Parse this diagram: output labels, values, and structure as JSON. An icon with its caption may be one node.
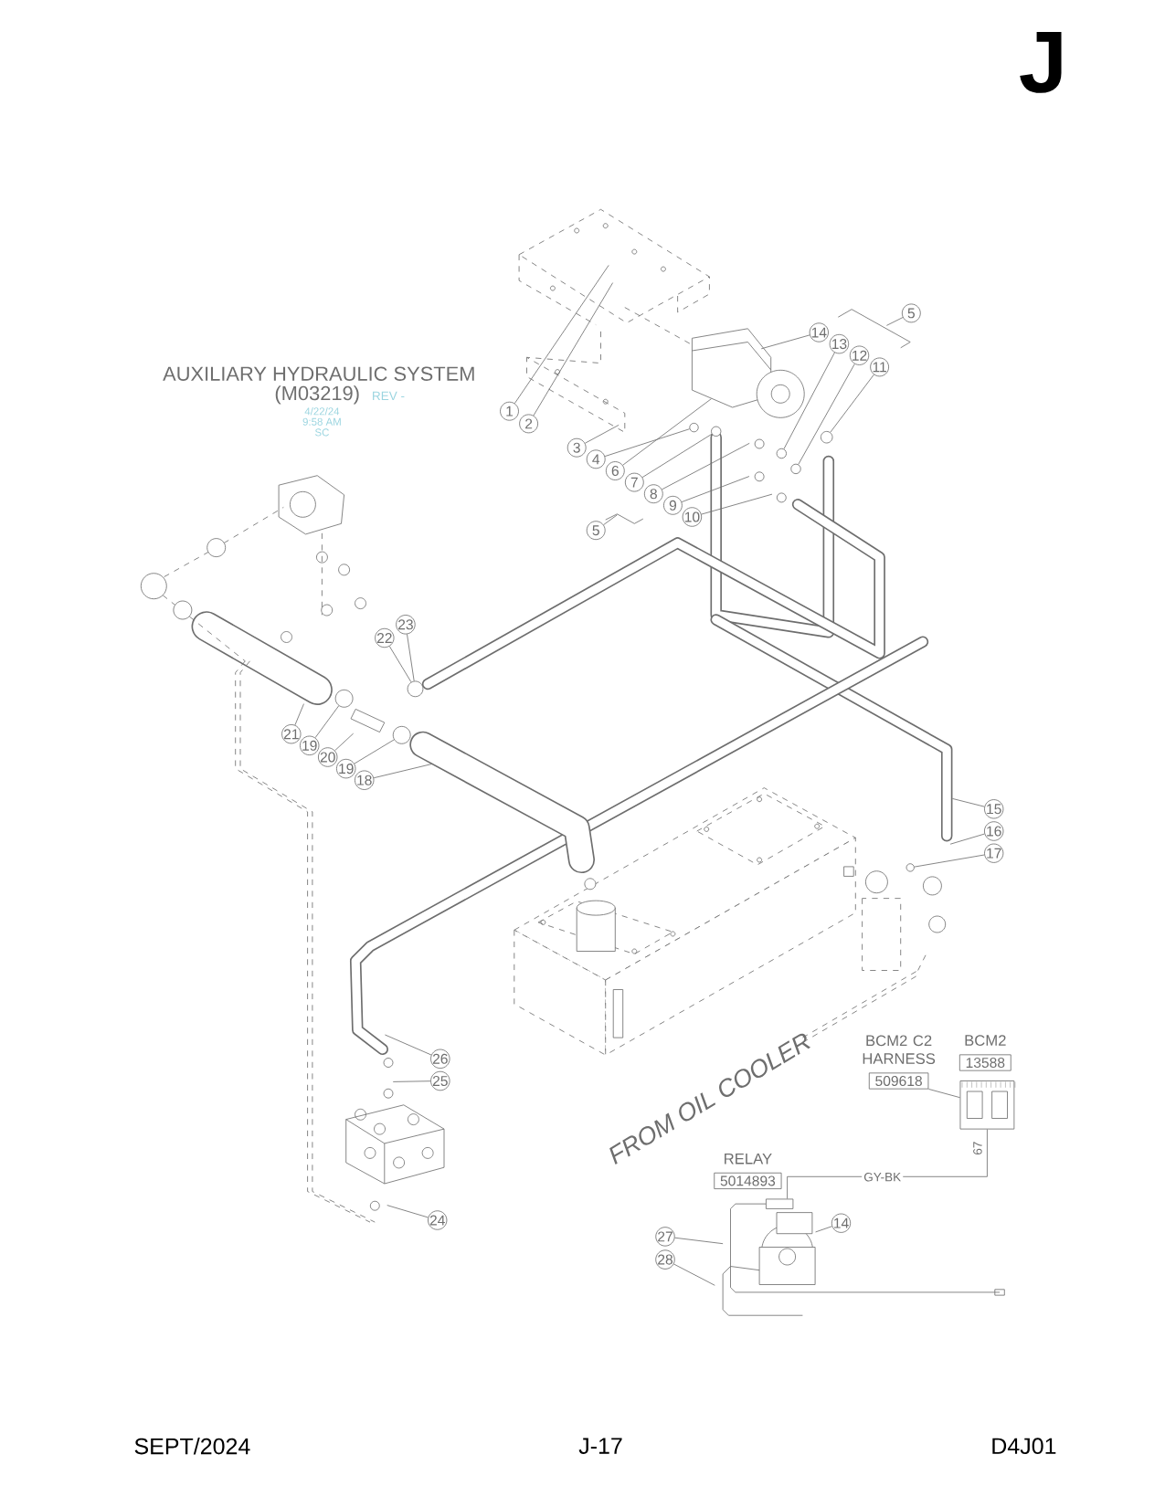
{
  "diagram": {
    "title": "AUXILIARY HYDRAULIC SYSTEM",
    "nodes": [
      {
        "text": [
          "5"
        ]
      },
      {
        "text": [
          "14"
        ]
      },
      {
        "text": [
          "13"
        ]
      },
      {
        "text": [
          "12"
        ]
      },
      {
        "text": [
          "11"
        ]
      },
      {
        "text": [
          "1"
        ]
      },
      {
        "text": [
          "2"
        ]
      },
      {
        "text": [
          "3"
        ]
      },
      {
        "text": [
          "4"
        ]
      },
      {
        "text": [
          "6"
        ]
      },
      {
        "text": [
          "7"
        ]
      },
      {
        "text": [
          "8"
        ]
      },
      {
        "text": [
          "9"
        ]
      },
      {
        "text": [
          "5"
        ]
      },
      {
        "text": [
          "10"
        ]
      },
      {
        "text": [
          "23"
        ]
      },
      {
        "text": [
          "22"
        ]
      },
      {
        "text": [
          "21"
        ]
      },
      {
        "text": [
          "19"
        ]
      },
      {
        "text": [
          "20"
        ]
      },
      {
        "text": [
          "19"
        ]
      },
      {
        "text": [
          "18"
        ]
      },
      {
        "text": [
          "15"
        ]
      },
      {
        "text": [
          "16"
        ]
      },
      {
        "text": [
          "17"
        ]
      },
      {
        "text": [
          "BCM2",
          "13588"
        ]
      },
      {
        "text": [
          "BCM2 C2 HARNESS",
          "509618"
        ]
      },
      {
        "text": [],
        "shape": "box",
        "beside": [
          "67"
        ]
      },
      {
        "text": [
          "26"
        ]
      },
      {
        "text": [
          "25"
        ]
      },
      {
        "text": [
          "RELAY",
          "5014893"
        ]
      },
      {
        "text": [
          "24"
        ]
      },
      {
        "text": [
          "14"
        ]
      },
      {
        "text": [
          "27"
        ]
      },
      {
        "text": [
          "28"
        ]
      },
      {
        "text": [],
        "shape": "picture"
      },
      {
        "text": [],
        "shape": "circle"
      },
      {
        "text": [],
        "shape": "circle"
      },
      {
        "text": [],
        "shape": "circle"
      },
      {
        "text": [],
        "shape": "circle"
      },
      {
        "text": [],
        "shape": "circle"
      },
      {
        "text": [],
        "shape": "circle"
      },
      {
        "text": [],
        "shape": "circle"
      },
      {
        "text": [],
        "shape": "picture"
      },
      {
        "text": [],
        "shape": "circle"
      },
      {
        "text": [],
        "shape": "circle"
      },
      {
        "text": [],
        "shape": "picture"
      },
      {
        "text": [],
        "shape": "picture"
      }
    ],
    "edges": [
      {
        "from": 0,
        "to": null,
        "arrow": "none"
      },
      {
        "from": 1,
        "to": 35,
        "arrow": "none"
      },
      {
        "from": 2,
        "to": 38,
        "arrow": "none"
      },
      {
        "from": 3,
        "to": 44,
        "arrow": "none"
      },
      {
        "from": 4,
        "to": 39,
        "arrow": "none"
      },
      {
        "from": 5,
        "to": null,
        "arrow": "none"
      },
      {
        "from": 6,
        "to": null,
        "arrow": "none"
      },
      {
        "from": 7,
        "to": null,
        "arrow": "none"
      },
      {
        "from": 8,
        "to": 36,
        "arrow": "none"
      },
      {
        "from": 9,
        "to": 35,
        "arrow": "none"
      },
      {
        "from": 10,
        "to": 37,
        "arrow": "none"
      },
      {
        "from": 11,
        "to": null,
        "arrow": "none"
      },
      {
        "from": 12,
        "to": null,
        "arrow": "none"
      },
      {
        "from": 13,
        "to": null,
        "arrow": "none"
      },
      {
        "from": 14,
        "to": null,
        "arrow": "none"
      },
      {
        "from": 15,
        "to": 40,
        "arrow": "none"
      },
      {
        "from": 16,
        "to": 40,
        "arrow": "none"
      },
      {
        "from": 17,
        "to": null,
        "arrow": "none"
      },
      {
        "from": 18,
        "to": 41,
        "arrow": "none"
      },
      {
        "from": 19,
        "to": 46,
        "arrow": "none"
      },
      {
        "from": 20,
        "to": 45,
        "arrow": "none"
      },
      {
        "from": 21,
        "to": 47,
        "arrow": "none"
      },
      {
        "from": 22,
        "to": null,
        "arrow": "none"
      },
      {
        "from": 23,
        "to": null,
        "arrow": "none"
      },
      {
        "from": 24,
        "to": 42,
        "arrow": "none"
      },
      {
        "from": 26,
        "to": 27,
        "arrow": "none"
      },
      {
        "from": 28,
        "to": null,
        "arrow": "none"
      },
      {
        "from": 29,
        "to": null,
        "arrow": "none"
      },
      {
        "from": 31,
        "to": null,
        "arrow": "none"
      },
      {
        "from": 32,
        "to": 43,
        "arrow": "none"
      },
      {
        "from": 33,
        "to": null,
        "arrow": "none"
      },
      {
        "from": 34,
        "to": null,
        "arrow": "none"
      },
      {
        "from": 43,
        "to": 27,
        "arrow": "none",
        "label": "GY-BK"
      }
    ],
    "labels": [
      "J",
      "(M03219)",
      "REV -",
      "4/22/24",
      "9:58 AM",
      "SC",
      "FROM OIL COOLER",
      "SEPT/2024",
      "J-17",
      "D4J01"
    ]
  }
}
